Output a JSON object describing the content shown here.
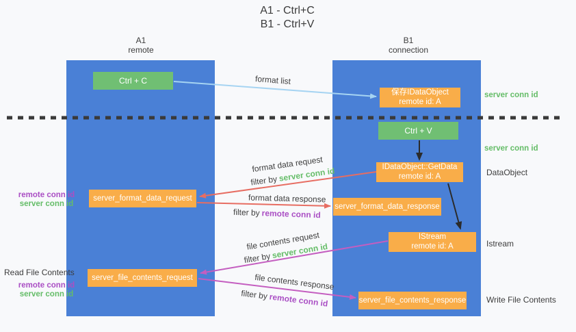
{
  "title": {
    "line1": "A1 - Ctrl+C",
    "line2": "B1 - Ctrl+V"
  },
  "lanes": {
    "a1": {
      "name": "A1",
      "subtitle": "remote"
    },
    "b1": {
      "name": "B1",
      "subtitle": "connection"
    }
  },
  "boxes": {
    "ctrl_c": {
      "label": "Ctrl + C"
    },
    "ctrl_v": {
      "label": "Ctrl + V"
    },
    "save_idataobject": {
      "line1": "保存IDataObject",
      "line2": "remote id: A"
    },
    "getdata": {
      "line1": "IDataObject::GetData",
      "line2": "remote id: A"
    },
    "istream": {
      "line1": "IStream",
      "line2": "remote id: A"
    },
    "server_format_data_request": {
      "label": "server_format_data_request"
    },
    "server_format_data_response": {
      "label": "server_format_data_response"
    },
    "server_file_contents_request": {
      "label": "server_file_contents_request"
    },
    "server_file_contents_response": {
      "label": "server_file_contents_response"
    }
  },
  "annotations": {
    "format_list": "format list",
    "format_data_request": "format data request",
    "format_data_request_filter": {
      "prefix": "filter by",
      "key": "server conn id"
    },
    "format_data_response": "format data response",
    "format_data_response_filter": {
      "prefix": "filter by",
      "key": "remote conn id"
    },
    "file_contents_request": "file contents request",
    "file_contents_request_filter": {
      "prefix": "filter by",
      "key": "server conn id"
    },
    "file_contents_response": "file contents response",
    "file_contents_response_filter": {
      "prefix": "filter by",
      "key": "remote conn id"
    }
  },
  "side_labels": {
    "server_conn_id_top": "server conn id",
    "server_conn_id_mid": "server conn id",
    "dataobject": "DataObject",
    "istream": "Istream",
    "write_file_contents": "Write File Contents",
    "read_file_contents": "Read File Contents",
    "left_ids_1": {
      "remote": "remote conn id",
      "server": "server conn id"
    },
    "left_ids_2": {
      "remote": "remote conn id",
      "server": "server conn id"
    }
  },
  "colors": {
    "lane_blue": "#4a80d6",
    "box_green": "#70bf73",
    "box_orange": "#f9ad49",
    "arrow_blue": "#a6d4f2",
    "arrow_red": "#e76d62",
    "arrow_magenta": "#c45ec0",
    "arrow_black": "#2b2b2b",
    "text_green": "#65bd68",
    "text_purple": "#aa4fc4"
  }
}
